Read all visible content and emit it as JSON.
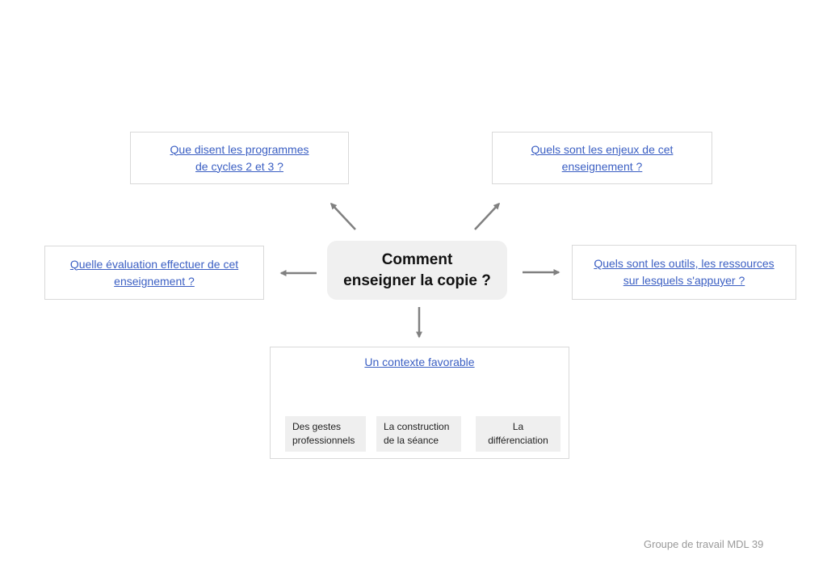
{
  "page": {
    "footer": "Groupe de travail MDL 39"
  },
  "colors": {
    "link_blue": "#3b5fc3",
    "box_border": "#d9d9d9",
    "center_node_fill": "#f0f0f0",
    "sub_item_fill": "#efefef",
    "arrow_main": "#808080",
    "arrow_small": "#b5b5b5",
    "footer_gray": "#999999"
  },
  "center_node": {
    "line1": "Comment",
    "line2": "enseigner la copie ?"
  },
  "question_nodes": {
    "top_left": {
      "line1": "Que disent les programmes",
      "line2": "de cycles 2 et 3 ?"
    },
    "top_right": {
      "line1": "Quels sont les enjeux de cet",
      "line2": "enseignement ?"
    },
    "left": {
      "line1": "Quelle évaluation effectuer de cet",
      "line2": "enseignement ?"
    },
    "right": {
      "line1": "Quels sont les outils, les ressources",
      "line2": "sur lesquels s'appuyer ?"
    }
  },
  "context_section": {
    "title": "Un contexte favorable",
    "items": [
      {
        "line1": "Des gestes",
        "line2": "professionnels"
      },
      {
        "line1": "La construction",
        "line2": "de la séance"
      },
      {
        "line1": "La",
        "line2": "différenciation"
      }
    ]
  }
}
